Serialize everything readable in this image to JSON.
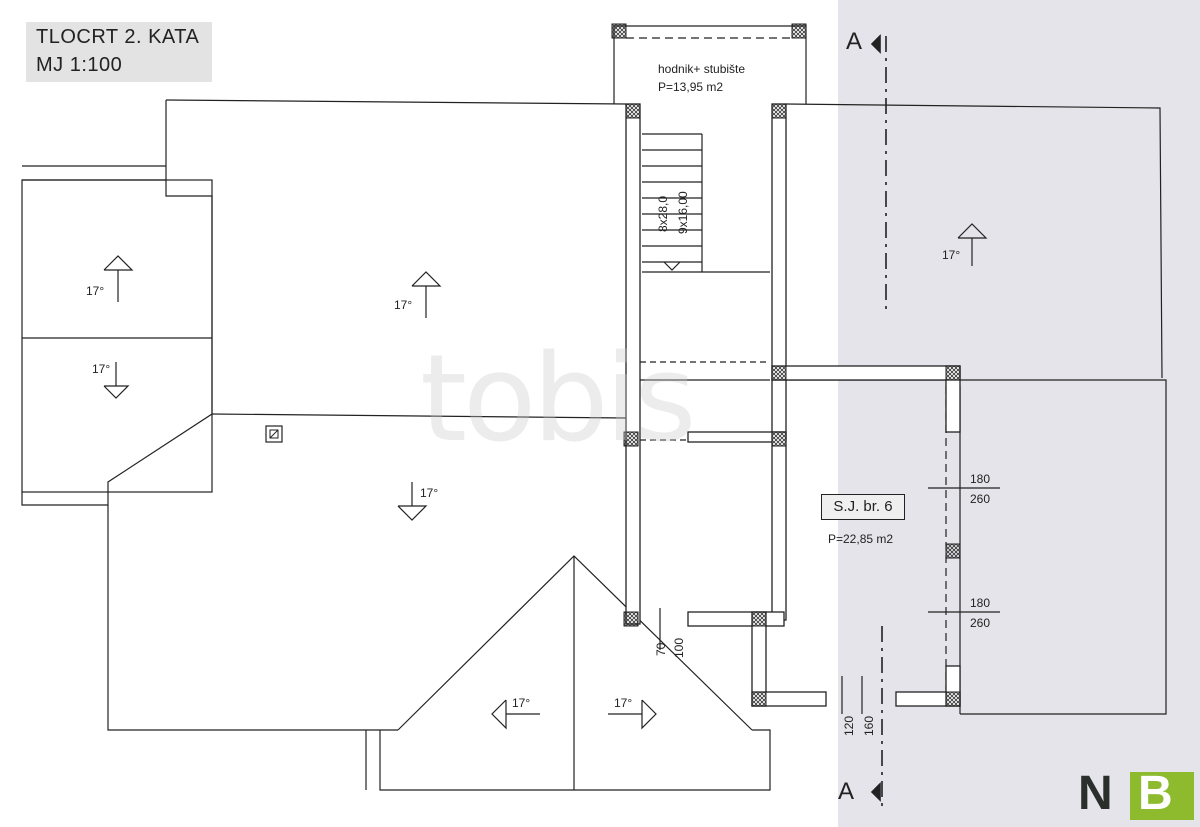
{
  "title": {
    "line1": "TLOCRT  2. KATA",
    "line2": "MJ 1:100"
  },
  "rooms": {
    "corridor": {
      "name": "hodnik+ stubište",
      "area": "P=13,95 m2"
    },
    "unit": {
      "name": "S.J. br. 6",
      "area": "P=22,85 m2"
    }
  },
  "stairs": {
    "steps_a": "8x28,0",
    "steps_b": "9x16,00"
  },
  "roof_slopes": [
    "17°",
    "17°",
    "17°",
    "17°",
    "17°",
    "17°",
    "17°"
  ],
  "section_marker": "A",
  "openings": {
    "window_upper_width": "180",
    "window_upper_height": "260",
    "window_lower_width": "180",
    "window_lower_height": "260",
    "door_a_width": "70",
    "door_a_height": "100",
    "door_b_width": "120",
    "door_b_height": "160"
  },
  "watermark": "tobis",
  "logo": {
    "left": "N",
    "right": "B",
    "accent": "#8dbb2d"
  },
  "colors": {
    "shade": "#e2e2e8",
    "line": "#222222"
  }
}
